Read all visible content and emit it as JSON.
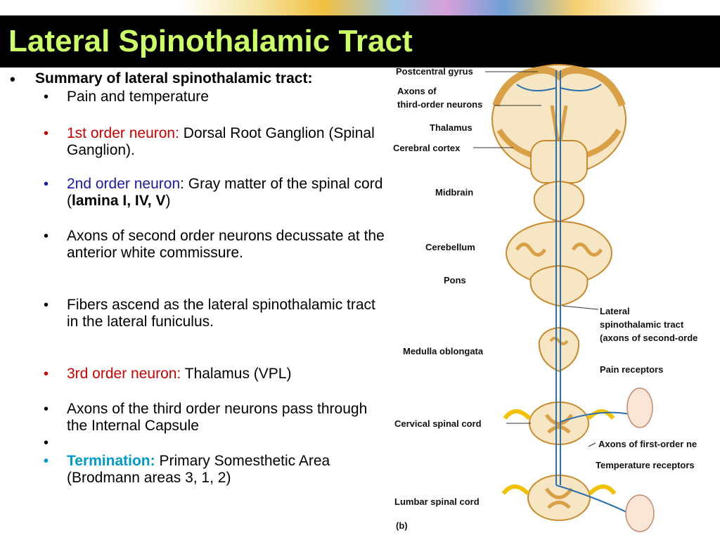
{
  "header": {
    "title": "Lateral Spinothalamic Tract"
  },
  "summary": {
    "heading": "Summary of lateral spinothalamic tract:",
    "items": [
      {
        "text": "Pain and temperature"
      },
      {
        "highlight": "1st order neuron:",
        "text": " Dorsal Root Ganglion (Spinal Ganglion)."
      },
      {
        "highlight": "2nd order neuron",
        "text_pre": ": Gray matter of the spinal cord (",
        "bold": "lamina I, IV, V",
        "text_post": ")"
      },
      {
        "text": "Axons of second order neurons decussate at the anterior white commissure."
      },
      {
        "text": "Fibers ascend as the lateral spinothalamic tract in the lateral funiculus."
      },
      {
        "highlight": "3rd  order neuron:",
        "text": " Thalamus (VPL)"
      },
      {
        "text": "Axons of the third order neurons pass through the Internal Capsule"
      },
      {
        "text": ""
      },
      {
        "highlight": "Termination:",
        "text": " Primary Somesthetic Area (Brodmann areas 3, 1, 2)"
      }
    ],
    "colors": {
      "red": "#cc0000",
      "blue": "#1a1aa8",
      "cyan": "#0099cc",
      "title": "#ccff66"
    }
  },
  "figure": {
    "labels": {
      "postcentral": "Postcentral gyrus",
      "axons_third_1": "Axons of",
      "axons_third_2": "third-order neurons",
      "thalamus": "Thalamus",
      "cerebral_cortex": "Cerebral cortex",
      "midbrain": "Midbrain",
      "cerebellum": "Cerebellum",
      "pons": "Pons",
      "lateral_1": "Lateral",
      "lateral_2": "spinothalamic tract",
      "lateral_3": "(axons of second-orde",
      "medulla": "Medulla oblongata",
      "pain_receptors": "Pain receptors",
      "cervical": "Cervical spinal cord",
      "axons_first": "Axons of first-order ne",
      "temp_receptors": "Temperature receptors",
      "lumbar": "Lumbar spinal cord",
      "panel": "(b)"
    }
  }
}
